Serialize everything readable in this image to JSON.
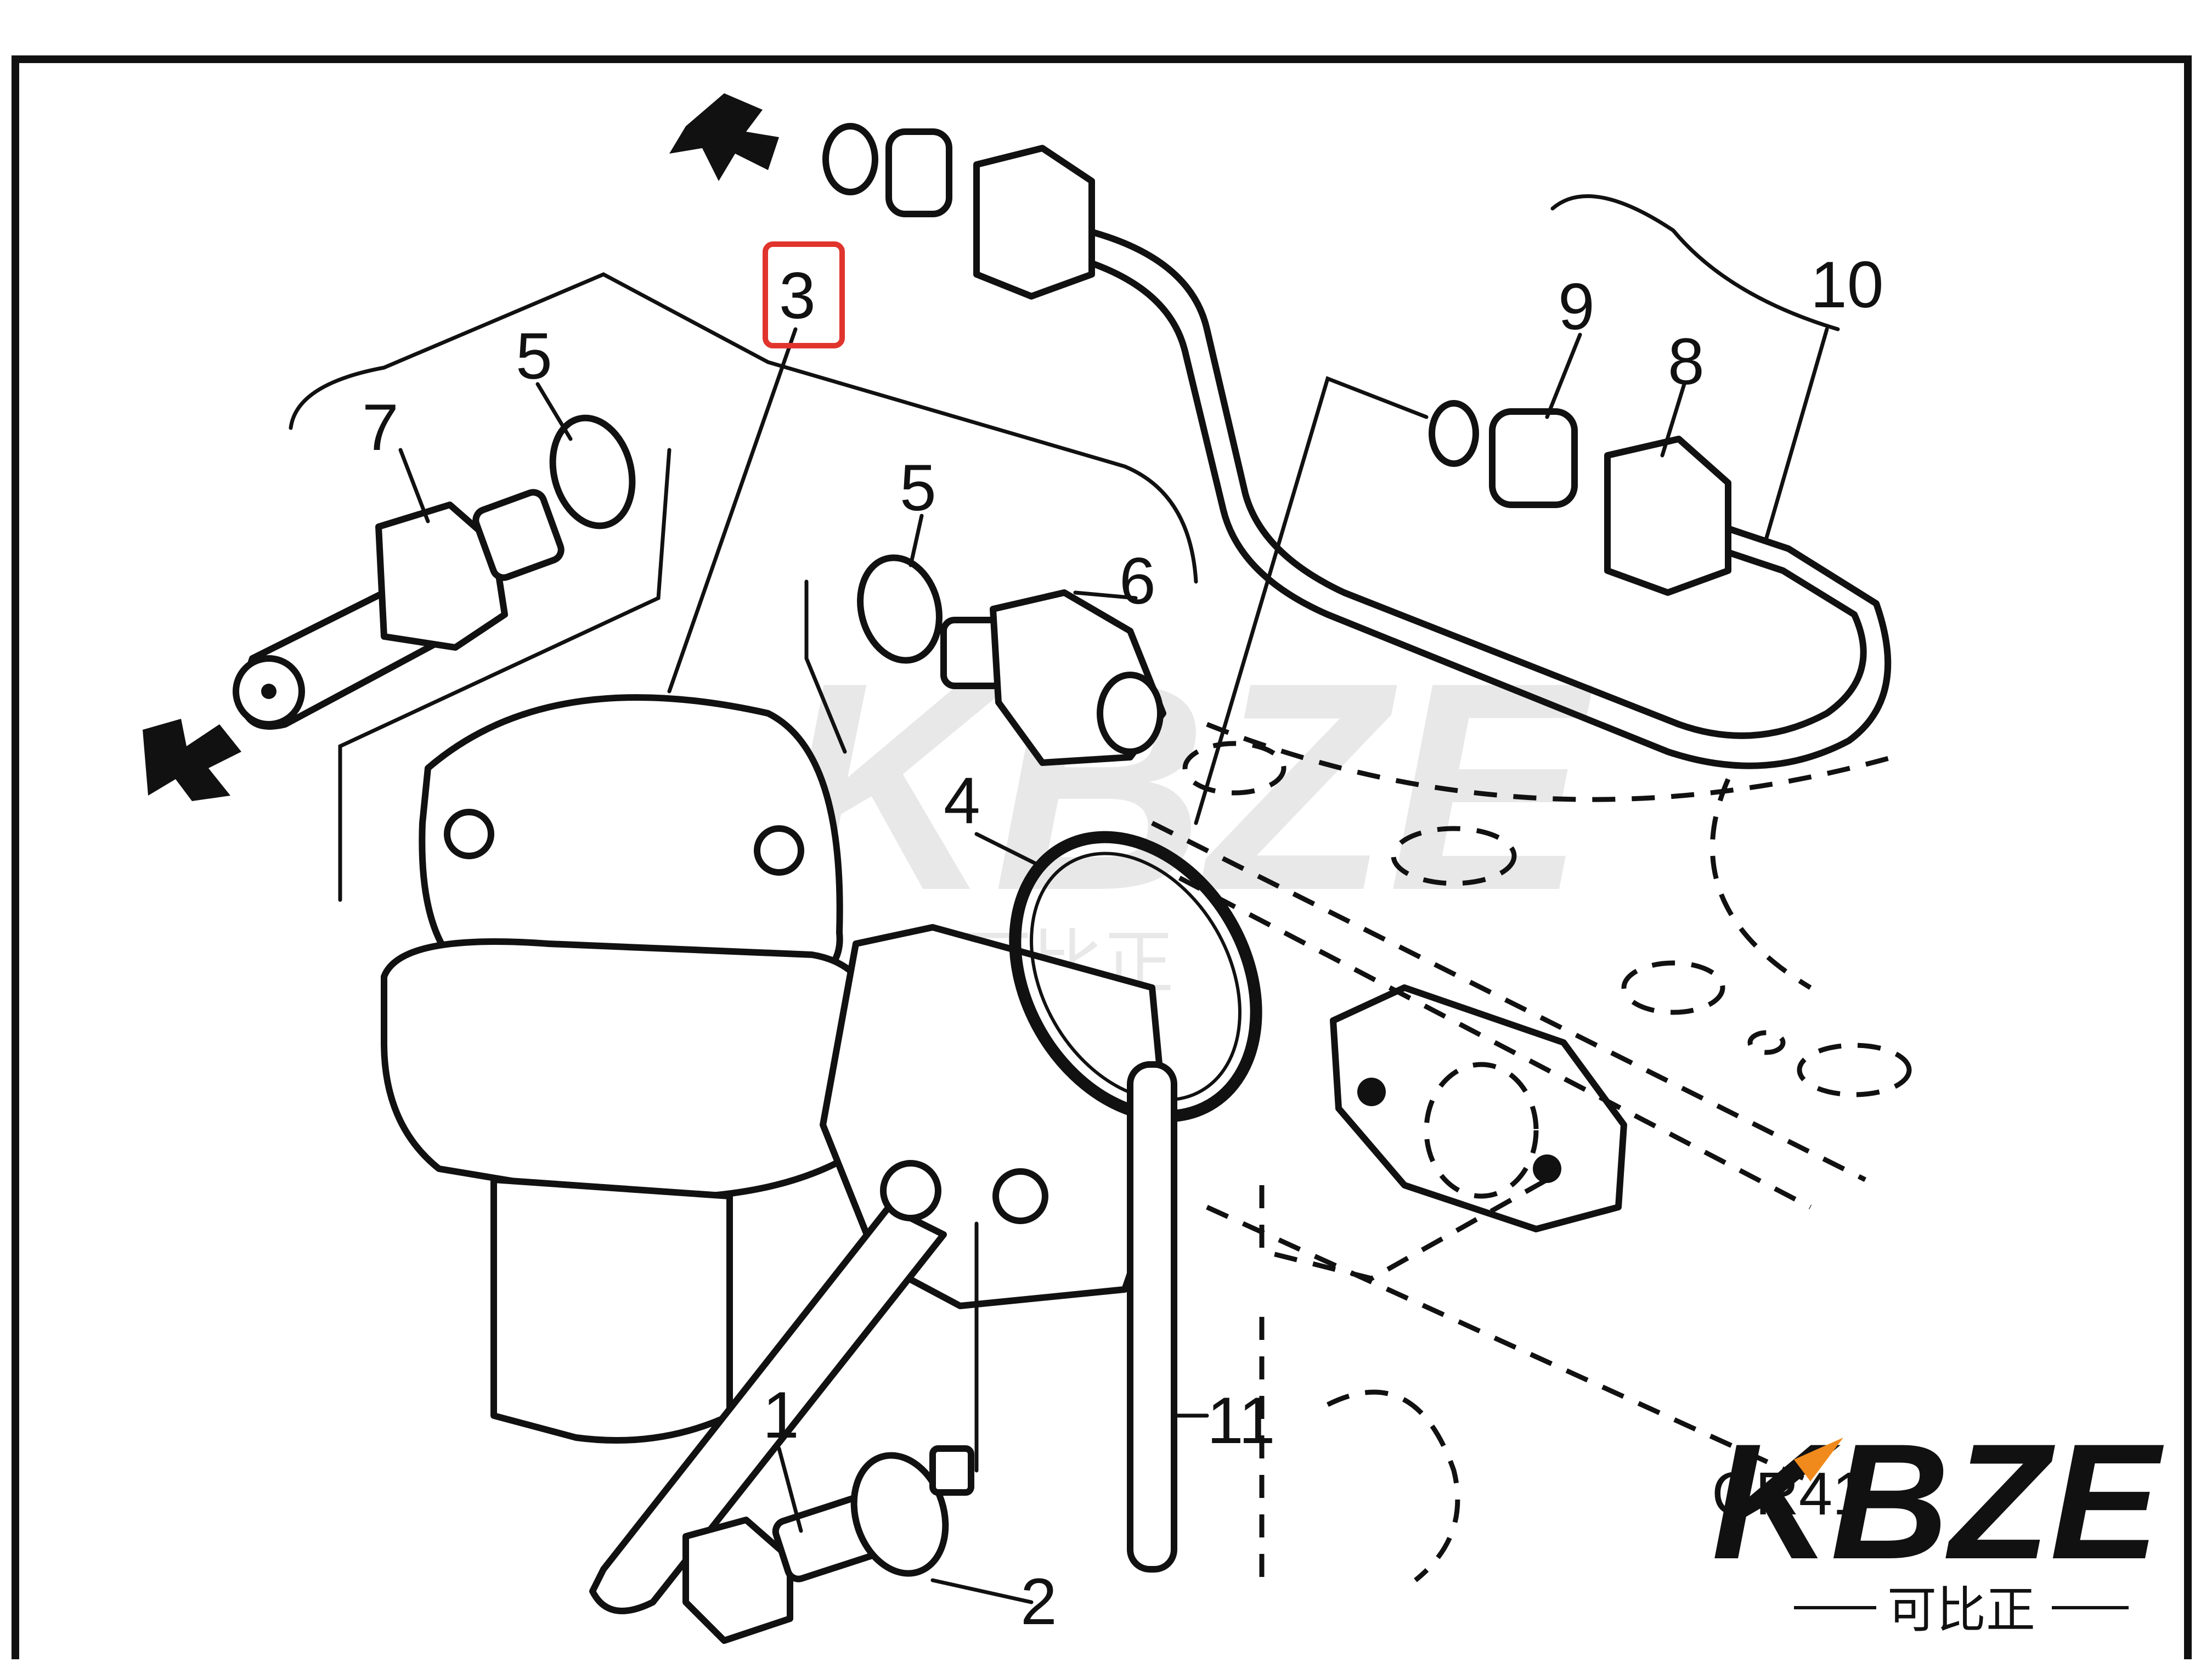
{
  "diagram": {
    "callouts": {
      "c1": "1",
      "c2": "2",
      "c3": "3",
      "c4": "4",
      "c5a": "5",
      "c5b": "5",
      "c6": "6",
      "c7": "7",
      "c8": "8",
      "c9": "9",
      "c10": "10",
      "c11": "11"
    },
    "highlighted_callout": "3",
    "highlight_color": "#e0342c",
    "reference_code": "CR41"
  },
  "watermark": {
    "brand": "KBZE",
    "subtitle": "可比正",
    "accent_color": "#f08a1c"
  }
}
